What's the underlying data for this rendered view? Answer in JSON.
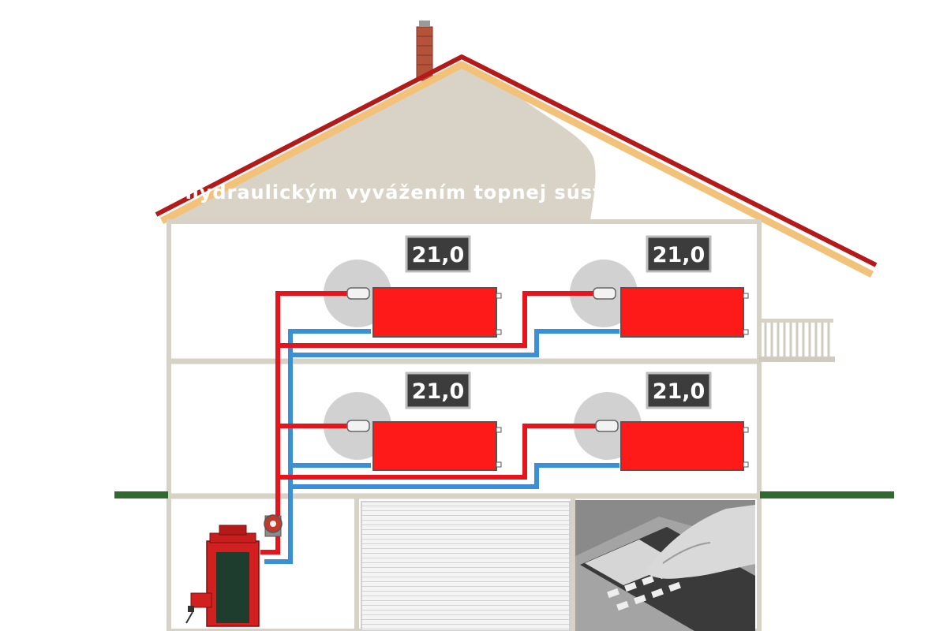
{
  "title": "s hydraulickým vyvážením topnej sústavy",
  "rooms": [
    {
      "id": "upper-left",
      "temperature": "21,0"
    },
    {
      "id": "upper-right",
      "temperature": "21,0"
    },
    {
      "id": "lower-left",
      "temperature": "21,0"
    },
    {
      "id": "lower-right",
      "temperature": "21,0"
    }
  ],
  "colors": {
    "supply_pipe": "#e8141c",
    "return_pipe": "#3a8fd6",
    "radiator": "#ff1a1a",
    "boiler": "#d21f1f",
    "roof_edge": "#b51a1a",
    "roof_fascia": "#f2c27a",
    "gable": "#d8d3c6",
    "grass": "#2f6b2f",
    "display_bg": "#3c3c3c"
  },
  "icons": [
    "chimney-icon",
    "pump-icon",
    "boiler-icon",
    "valve-icon",
    "calculator-photo",
    "garage-door",
    "balcony-railing"
  ]
}
